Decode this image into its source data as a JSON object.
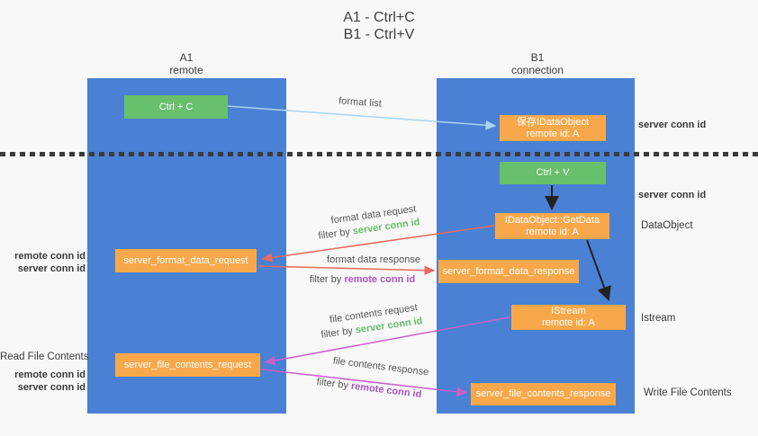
{
  "title": {
    "line1": "A1 - Ctrl+C",
    "line2": "B1 - Ctrl+V"
  },
  "columns": {
    "left": {
      "name": "A1",
      "subtitle": "remote"
    },
    "right": {
      "name": "B1",
      "subtitle": "connection"
    }
  },
  "nodes": {
    "ctrl_c": "Ctrl + C",
    "ctrl_v": "Ctrl + V",
    "save_dataobject": {
      "line1": "保存IDataObject",
      "line2": "remote id: A"
    },
    "getdata": {
      "line1": "IDataObject::GetData",
      "line2": "remote id: A"
    },
    "istream": {
      "line1": "IStream",
      "line2": "remote id: A"
    },
    "server_format_data_request": "server_format_data_request",
    "server_format_data_response": "server_format_data_response",
    "server_file_contents_request": "server_file_contents_request",
    "server_file_contents_response": "server_file_contents_response"
  },
  "edge_labels": {
    "format_list": "format list",
    "format_data_request": "format data request",
    "format_data_response": "format data response",
    "file_contents_request": "file contents request",
    "file_contents_response": "file contents response",
    "filter_by": "filter by ",
    "server_conn_id": "server conn id",
    "remote_conn_id": "remote conn id"
  },
  "side_labels": {
    "left": {
      "remote_conn_id": "remote conn id",
      "server_conn_id": "server conn id",
      "read_file_contents": "Read File Contents"
    },
    "right": {
      "server_conn_id_top": "server conn id",
      "server_conn_id_mid": "server conn id",
      "dataobject": "DataObject",
      "istream": "Istream",
      "write_file_contents": "Write File Contents"
    }
  },
  "colors": {
    "column_blue": "#4a81d4",
    "box_green": "#68bf6c",
    "box_orange": "#f8a84a",
    "arrow_blue": "#a9d5f2",
    "arrow_red": "#e96a5f",
    "arrow_magenta": "#c95fc9",
    "arrow_black": "#222222",
    "text_green": "#67bd6b",
    "text_purple": "#ab54c3"
  }
}
